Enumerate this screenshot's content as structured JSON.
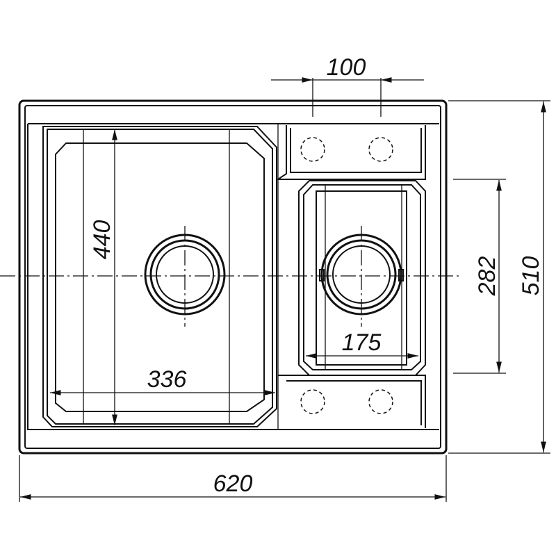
{
  "drawing": {
    "title": "Double bowl sink dimension drawing",
    "dimensions": {
      "overall_width": "620",
      "overall_depth": "510",
      "large_bowl_width": "336",
      "large_bowl_depth": "440",
      "small_bowl_width": "175",
      "small_bowl_depth": "282",
      "tap_hole_spacing": "100"
    },
    "line_color": "#111111"
  }
}
